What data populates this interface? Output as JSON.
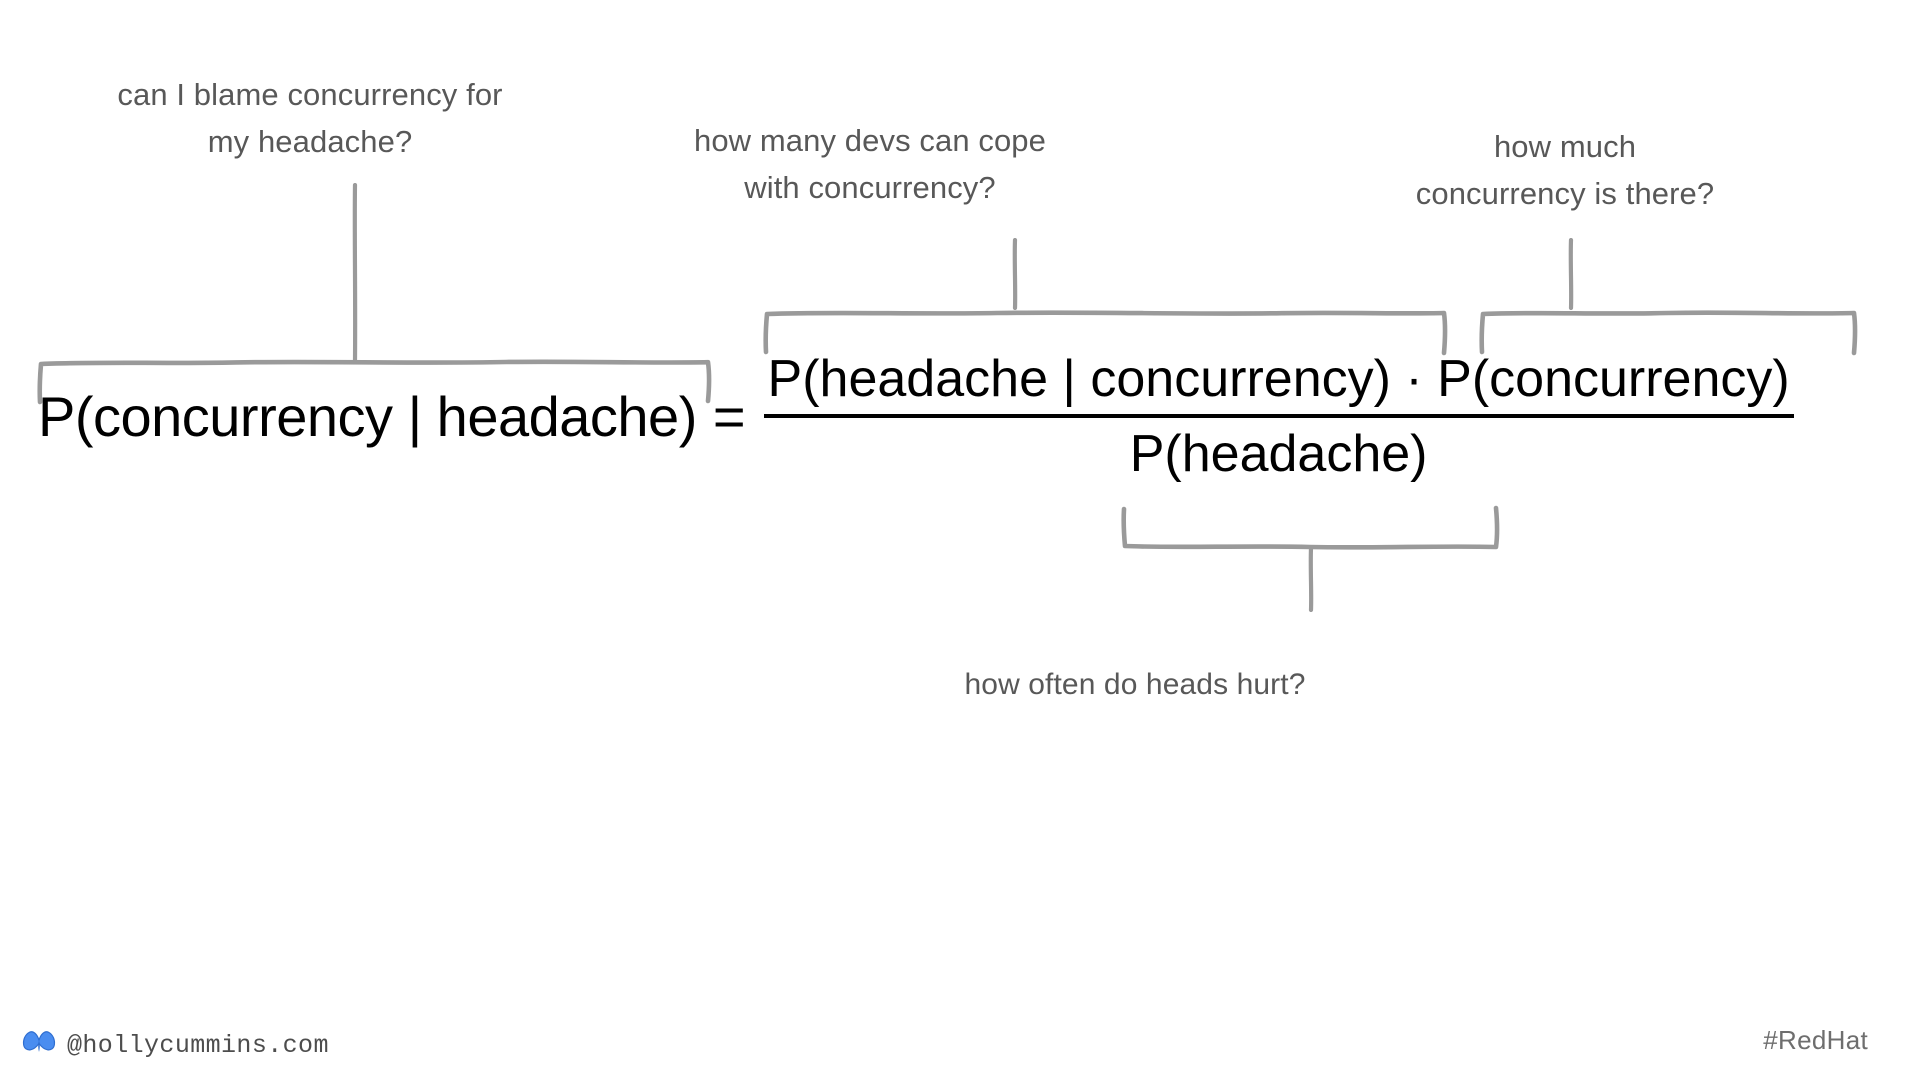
{
  "slide": {
    "background_color": "#ffffff",
    "annotation_color": "#585858",
    "bracket_color": "#9a9a9a",
    "equation_color": "#000000"
  },
  "annotations": {
    "left": "can I blame concurrency for\nmy headache?",
    "middle": "how many devs can cope\nwith concurrency?",
    "right": "how much\nconcurrency is there?",
    "bottom": "how often do heads hurt?"
  },
  "equation": {
    "lhs": "P(concurrency | headache)",
    "equals": "=",
    "numerator": "P(headache | concurrency) · P(concurrency)",
    "denominator": "P(headache)"
  },
  "footer": {
    "handle": "@hollycummins.com",
    "hashtag": "#RedHat",
    "bluesky_color": "#4a8df0"
  }
}
